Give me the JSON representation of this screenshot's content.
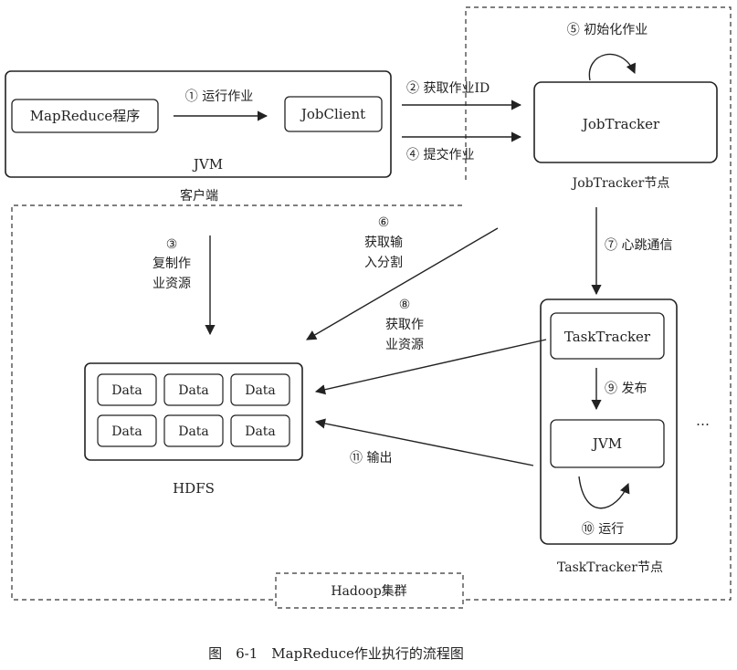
{
  "client": {
    "program": "MapReduce程序",
    "jobclient": "JobClient",
    "jvm": "JVM",
    "label": "客户端",
    "step1": "① 运行作业"
  },
  "jobtracker_node": {
    "jobtracker": "JobTracker",
    "label": "JobTracker节点",
    "step5": "⑤ 初始化作业"
  },
  "steps": {
    "step2": "② 获取作业ID",
    "step4": "④ 提交作业",
    "step3": [
      "③",
      "复制作",
      "业资源"
    ],
    "step6": [
      "⑥",
      "获取输",
      "入分割"
    ],
    "step8": [
      "⑧",
      "获取作",
      "业资源"
    ],
    "step7": "⑦ 心跳通信",
    "step11": "⑪ 输出"
  },
  "hdfs": {
    "label": "HDFS",
    "blocks": [
      "Data",
      "Data",
      "Data",
      "Data",
      "Data",
      "Data"
    ]
  },
  "tasktracker_node": {
    "tasktracker": "TaskTracker",
    "jvm": "JVM",
    "step9": "⑨ 发布",
    "step10": "⑩ 运行",
    "label": "TaskTracker节点",
    "ellipsis": "…"
  },
  "cluster": {
    "label": "Hadoop集群"
  },
  "caption": "图　6-1　MapReduce作业执行的流程图"
}
